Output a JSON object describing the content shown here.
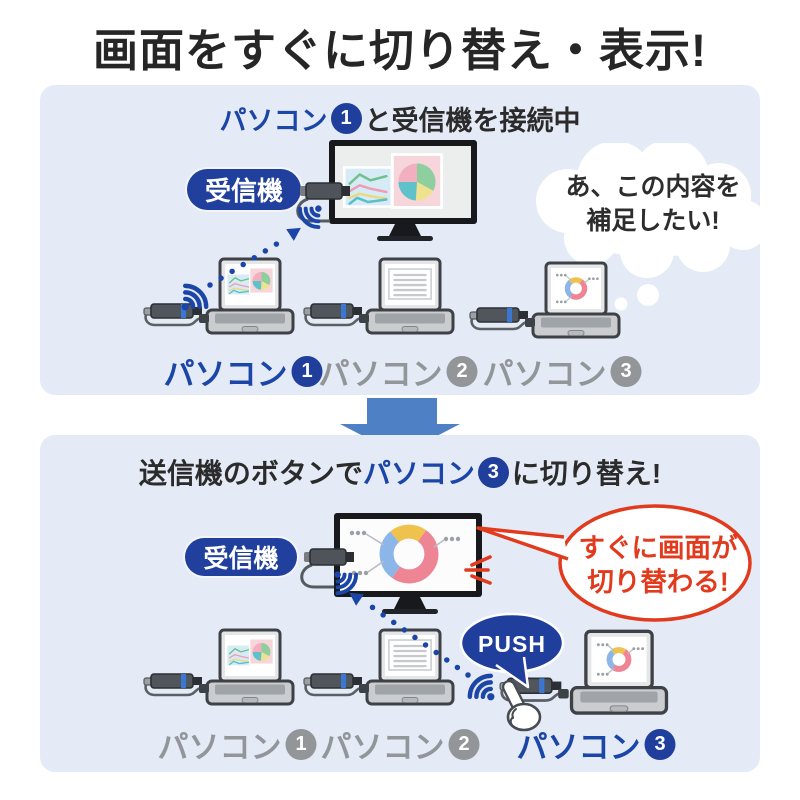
{
  "colors": {
    "accent_blue": "#1b46a7",
    "badge_navy": "#203f9d",
    "inactive_gray": "#939699",
    "alert_red": "#e23a1d",
    "arrow_blue": "#4d80c4",
    "panel_bg": "#e4ebf6"
  },
  "title": "画面をすぐに切り替え・表示!",
  "panel_before": {
    "header": {
      "pc": "パソコン",
      "pc_num": "1",
      "suffix": "と受信機を接続中"
    },
    "receiver_label": "受信機",
    "thought_bubble": {
      "line1": "あ、この内容を",
      "line2": "補足したい!"
    },
    "pc_labels": [
      {
        "name": "パソコン",
        "num": "1"
      },
      {
        "name": "パソコン",
        "num": "2"
      },
      {
        "name": "パソコン",
        "num": "3"
      }
    ]
  },
  "panel_after": {
    "header": {
      "prefix": "送信機のボタンで",
      "pc": "パソコン",
      "pc_num": "3",
      "suffix": "に切り替え!"
    },
    "receiver_label": "受信機",
    "speech_bubble": {
      "line1": "すぐに画面が",
      "line2": "切り替わる!"
    },
    "push_label": "PUSH",
    "pc_labels": [
      {
        "name": "パソコン",
        "num": "1"
      },
      {
        "name": "パソコン",
        "num": "2"
      },
      {
        "name": "パソコン",
        "num": "3"
      }
    ]
  }
}
